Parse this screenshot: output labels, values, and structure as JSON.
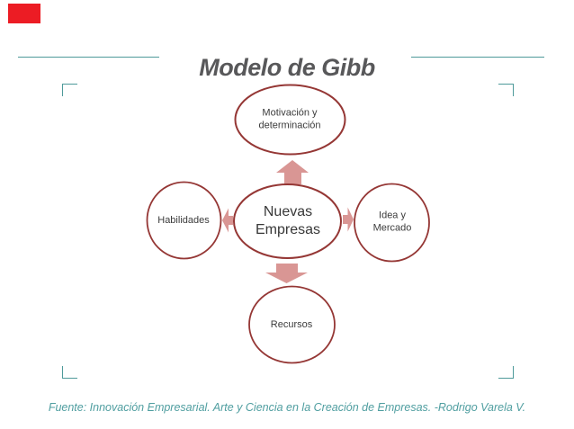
{
  "title": "Modelo de Gibb",
  "footer": "Fuente: Innovación Empresarial. Arte y Ciencia en la Creación de Empresas. -Rodrigo Varela V.",
  "diagram": {
    "type": "radial-hub-spoke",
    "center": "Nuevas Empresas",
    "top": "Motivación y determinación",
    "left": "Habilidades",
    "right": "Idea y Mercado",
    "bottom": "Recursos",
    "arrows": [
      "center→top",
      "center→left",
      "center→right",
      "center→bottom"
    ]
  },
  "colors": {
    "ellipse_stroke": "#953735",
    "arrow_fill": "#d99694",
    "title_text": "#58585a",
    "accent_teal": "#4e9a9a",
    "footer_text": "#4f9ea0",
    "marker_red": "#ec1c24",
    "label_text": "#3b3b3b",
    "background": "#ffffff"
  }
}
